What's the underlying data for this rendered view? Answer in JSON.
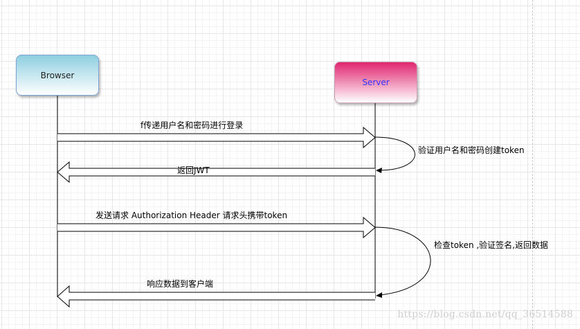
{
  "actors": {
    "browser": "Browser",
    "server": "Server"
  },
  "messages": {
    "login_request": "f传递用户名和密码进行登录",
    "verify_create_token": "验证用户名和密码创建token",
    "return_jwt": "返回JWT",
    "send_request": "发送请求  Authorization Header 请求头携带token",
    "check_token": "检查token ,验证签名,返回数据",
    "respond_data": "响应数据到客户端"
  },
  "watermark": "https://blog.csdn.net/qq_36514588",
  "colors": {
    "browser_gradient_top": "#8ecfe0",
    "server_gradient_top": "#e0256f",
    "server_text": "#3333ff",
    "lines": "#000000"
  }
}
